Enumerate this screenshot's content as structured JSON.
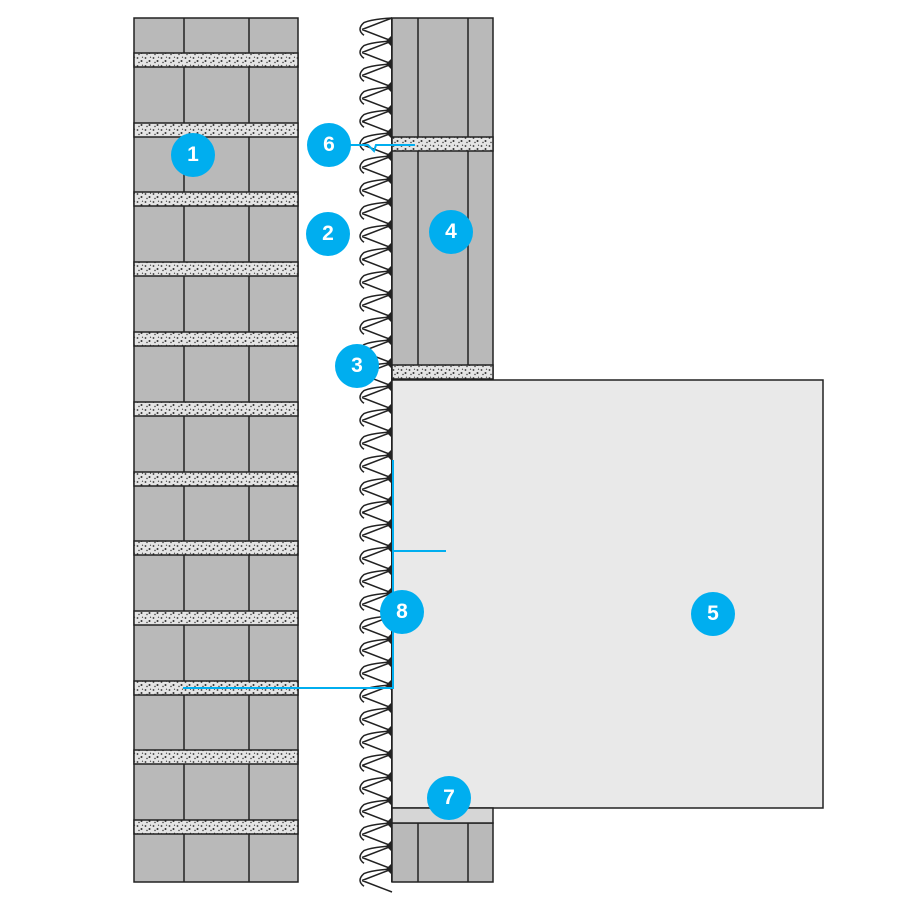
{
  "labels": [
    {
      "id": "1",
      "text": "1"
    },
    {
      "id": "2",
      "text": "2"
    },
    {
      "id": "3",
      "text": "3"
    },
    {
      "id": "4",
      "text": "4"
    },
    {
      "id": "5",
      "text": "5"
    },
    {
      "id": "6",
      "text": "6"
    },
    {
      "id": "7",
      "text": "7"
    },
    {
      "id": "8",
      "text": "8"
    }
  ],
  "colors": {
    "accent": "#00AEEF",
    "brick": "#B9B9B9",
    "slab": "#E9E9E9",
    "line": "#222222",
    "mortar": "#E4E4E4"
  }
}
